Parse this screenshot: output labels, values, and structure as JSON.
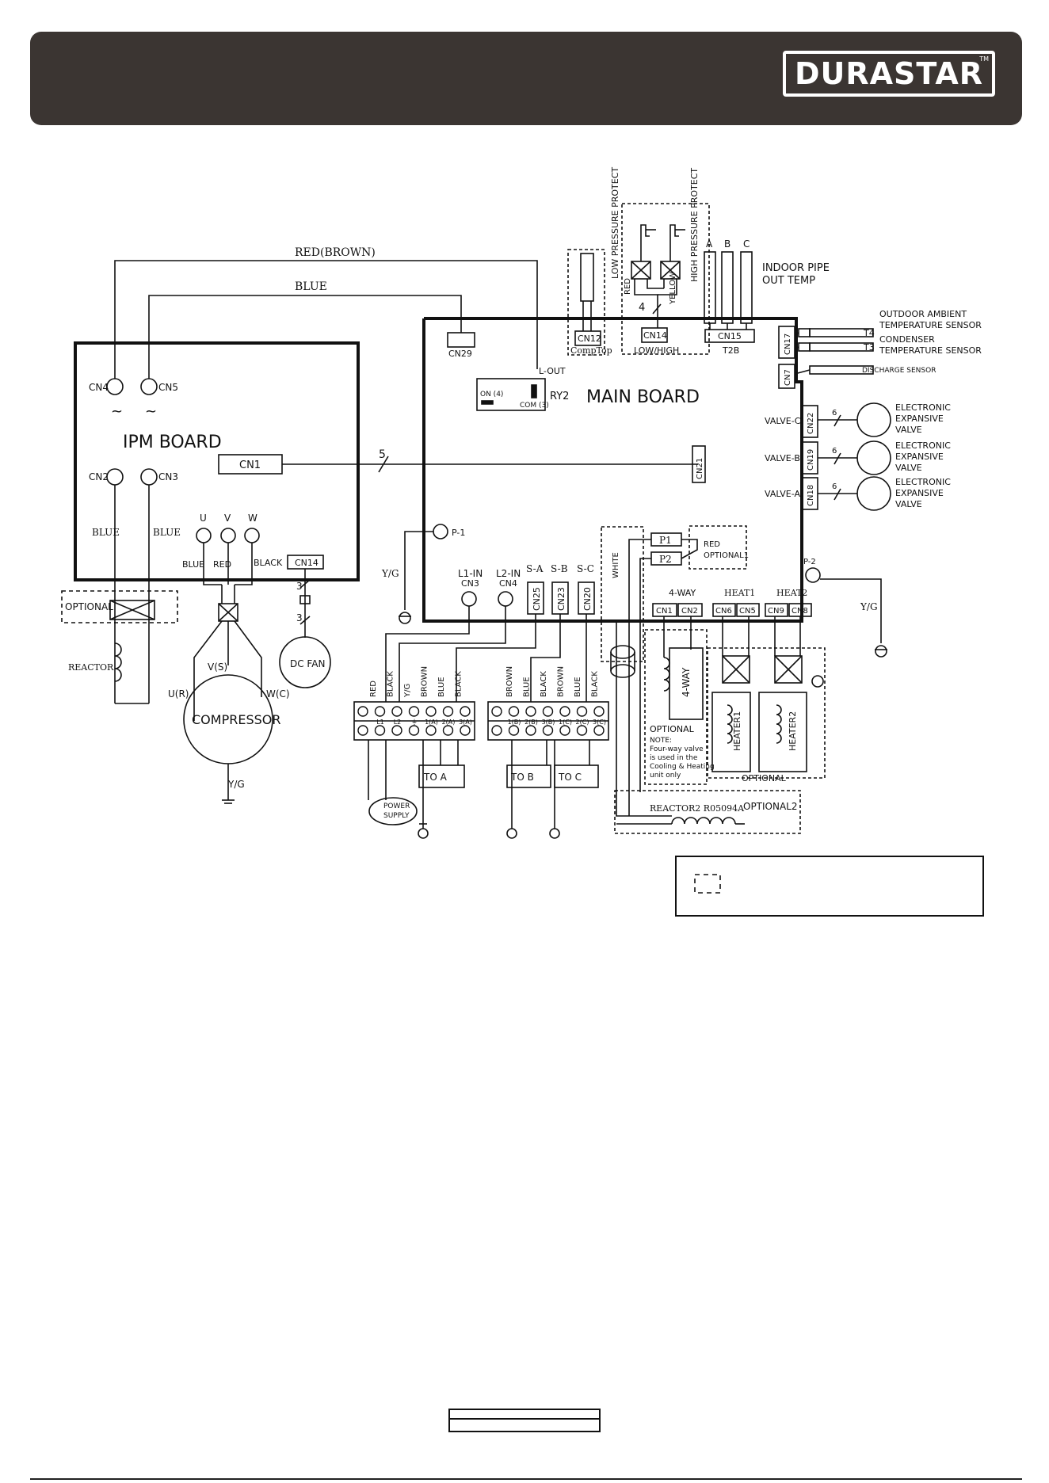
{
  "header": {
    "logo_text": "DURASTAR",
    "logo_tm": "TM"
  },
  "boards": {
    "ipm": "IPM BOARD",
    "main": "MAIN BOARD"
  },
  "ipm_labels": {
    "cn4": "CN4",
    "cn5": "CN5",
    "cn2": "CN2",
    "cn3": "CN3",
    "cn1": "CN1",
    "u": "U",
    "v": "V",
    "w": "W",
    "cn14": "CN14",
    "blue1": "BLUE",
    "blue2": "BLUE",
    "blue3": "BLUE",
    "red": "RED",
    "black": "BLACK",
    "tilde1": "~",
    "tilde2": "~"
  },
  "main_labels": {
    "cn29": "CN29",
    "l_out": "L-OUT",
    "on4": "ON (4)",
    "com3": "COM (3)",
    "ry2": "RY2",
    "cn21": "CN21",
    "p1_port": "P-1",
    "p2_port": "P-2",
    "l1_in": "L1-IN",
    "cn3": "CN3",
    "l2_in": "L2-IN",
    "cn4": "CN4",
    "sa": "S-A",
    "sb": "S-B",
    "sc": "S-C",
    "cn25": "CN25",
    "cn23": "CN23",
    "cn20": "CN20",
    "cn12": "CN12",
    "comptop": "CompTop",
    "cn14": "CN14",
    "low_high": "LOW/HIGH",
    "cn15": "CN15",
    "t2b": "T2B",
    "cn17": "CN17",
    "cn7": "CN7",
    "cn22": "CN22",
    "cn19": "CN19",
    "cn18": "CN18",
    "valve_c": "VALVE-C",
    "valve_b": "VALVE-B",
    "valve_a": "VALVE-A",
    "four_way": "4-WAY",
    "cn1": "CN1",
    "cn2": "CN2",
    "heat1": "HEAT1",
    "heat2": "HEAT2",
    "cn6": "CN6",
    "cn5": "CN5",
    "cn9": "CN9",
    "cn8": "CN8",
    "p1": "P1",
    "p2": "P2",
    "red": "RED",
    "optional1": "OPTIONAL1",
    "white": "WHITE"
  },
  "wires": {
    "red_brown": "RED(BROWN)",
    "blue": "BLUE",
    "five": "5",
    "four": "4",
    "six_c": "6",
    "six_b": "6",
    "six_a": "6",
    "three_a": "3",
    "three_b": "3",
    "yg_left": "Y/G",
    "yg_right": "Y/G",
    "yg_comp": "Y/G",
    "yg_term": "Y/G"
  },
  "sensors": {
    "a": "A",
    "b": "B",
    "c": "C",
    "indoor_pipe": "INDOOR PIPE",
    "out_temp": "OUT TEMP",
    "outdoor_ambient": "OUTDOOR AMBIENT",
    "temp_sensor_1": "TEMPERATURE SENSOR",
    "t4": "T4",
    "condenser": "CONDENSER",
    "temp_sensor_2": "TEMPERATURE SENSOR",
    "t3": "T3",
    "discharge": "DISCHARGE SENSOR",
    "low_pressure": "LOW PRESSURE PROTECT",
    "high_pressure": "HIGH PRESSURE PROTECT",
    "red": "RED",
    "yellow": "YELLOW"
  },
  "valves": {
    "eev_c": [
      "ELECTRONIC",
      "EXPANSIVE",
      "VALVE"
    ],
    "eev_b": [
      "ELECTRONIC",
      "EXPANSIVE",
      "VALVE"
    ],
    "eev_a": [
      "ELECTRONIC",
      "EXPANSIVE",
      "VALVE"
    ]
  },
  "components": {
    "optional": "OPTIONAL",
    "reactor": "REACTOR",
    "compressor": "COMPRESSOR",
    "u_r": "U(R)",
    "v_s": "V(S)",
    "w_c": "W(C)",
    "dc_fan": "DC FAN",
    "four_way_coil": "4-WAY",
    "heater1": "HEATER1",
    "heater2": "HEATER2",
    "optional_heat": "OPTIONAL",
    "reactor2": "REACTOR2 R05094A",
    "optional2": "OPTIONAL2",
    "optional_note_title": "OPTIONAL",
    "optional_note": [
      "NOTE:",
      "Four-way valve",
      "is used in the",
      "Cooling & Heating",
      "unit only"
    ]
  },
  "terminal1": {
    "wire_colors": [
      "RED",
      "BLACK",
      "Y/G",
      "BROWN",
      "BLUE",
      "BLACK"
    ],
    "labels": [
      "L1",
      "L2",
      "⏚",
      "1(A)",
      "2(A)",
      "3(A)"
    ],
    "power_supply": [
      "POWER",
      "SUPPLY"
    ],
    "to_a": "TO   A"
  },
  "terminal2": {
    "wire_colors": [
      "BROWN",
      "BLUE",
      "BLACK",
      "BROWN",
      "BLUE",
      "BLACK"
    ],
    "labels": [
      "1(B)",
      "2(B)",
      "3(B)",
      "1(C)",
      "2(C)",
      "3(C)"
    ],
    "to_b": "TO   B",
    "to_c": "TO   C"
  }
}
